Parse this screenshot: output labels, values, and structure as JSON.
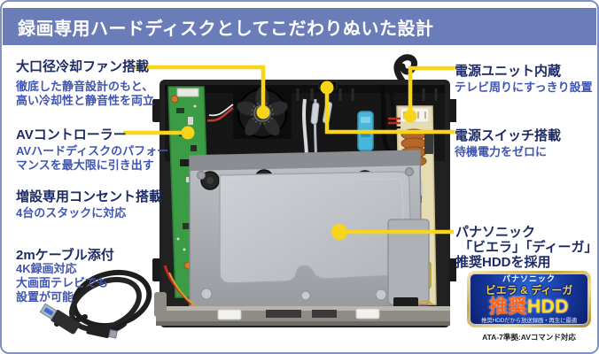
{
  "header": {
    "title": "録画専用ハードディスクとしてこだわりぬいた設計"
  },
  "left_annotations": [
    {
      "heading": "大口径冷却ファン搭載",
      "lines": [
        "徹底した静音設計のもと、",
        "高い冷却性と静音性を両立"
      ]
    },
    {
      "heading": "AVコントローラー",
      "lines": [
        "AVハードディスクのパフォー",
        "マンスを最大限に引き出す"
      ]
    },
    {
      "heading": "増設専用コンセント搭載",
      "lines": [
        "4台のスタックに対応"
      ]
    },
    {
      "heading": "2mケーブル添付",
      "lines": [
        "4K録画対応",
        "大画面テレビでも",
        "設置が可能"
      ]
    }
  ],
  "right_annotations": [
    {
      "heading": "電源ユニット内蔵",
      "lines": [
        "テレビ周りにすっきり設置"
      ]
    },
    {
      "heading": "電源スイッチ搭載",
      "lines": [
        "待機電力をゼロに"
      ]
    },
    {
      "heading_lines": [
        "パナソニック",
        "「ビエラ」「ディーガ」",
        "推奨HDDを採用"
      ]
    }
  ],
  "badge": {
    "brand": "パナソニック",
    "products": "ビエラ & ディーガ",
    "recommend": "推奨",
    "hdd": "HDD",
    "tagline": "推奨HDDだから放送録画・再生に最適",
    "note": "ATA-7準拠:AVコマンド対応"
  },
  "colors": {
    "frame_border": "#8092c4",
    "header_bg": "#6b7db8",
    "heading_text": "#1c2a66",
    "description_text": "#3f55b4",
    "callout_yellow": "#f8d51a",
    "badge_blue": "#16399e",
    "badge_gold": "#c8a83e",
    "badge_recommend_orange": "#ff6317",
    "badge_hdd_yellow": "#ffd835"
  }
}
